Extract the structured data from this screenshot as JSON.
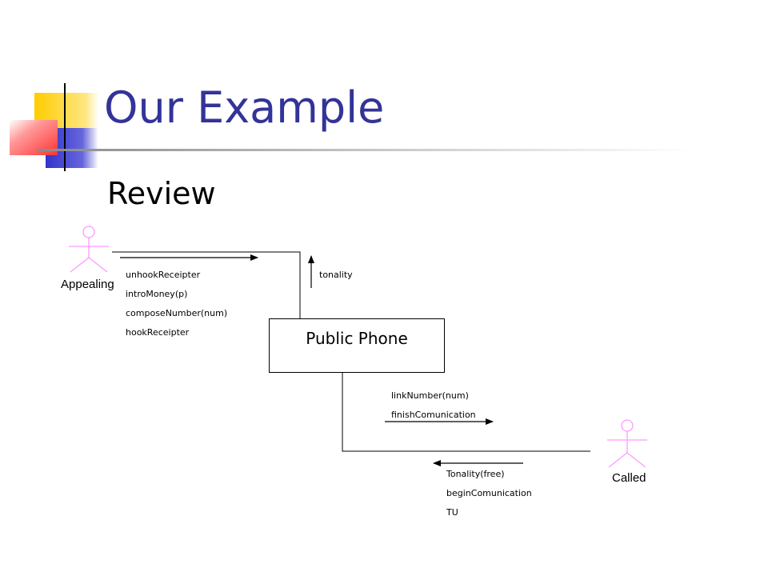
{
  "slide": {
    "title": "Our Example",
    "subtitle": "Review"
  },
  "diagram": {
    "system": "Public Phone",
    "actors": {
      "appealing": "Appealing",
      "called": "Called"
    },
    "messages": {
      "appealing_to_phone": [
        "unhookReceipter",
        "introMoney(p)",
        "composeNumber(num)",
        "hookReceipter"
      ],
      "phone_to_appealing": [
        "tonality"
      ],
      "phone_to_called": [
        "linkNumber(num)",
        "finishComunication"
      ],
      "called_to_phone": [
        "Tonality(free)",
        "beginComunication",
        "TU"
      ]
    }
  },
  "colors": {
    "title": "#333399",
    "actor_stroke": "#ff99ff",
    "deco_yellow": "#ffcc00",
    "deco_blue": "#3333cc",
    "deco_red": "#ff3333"
  }
}
